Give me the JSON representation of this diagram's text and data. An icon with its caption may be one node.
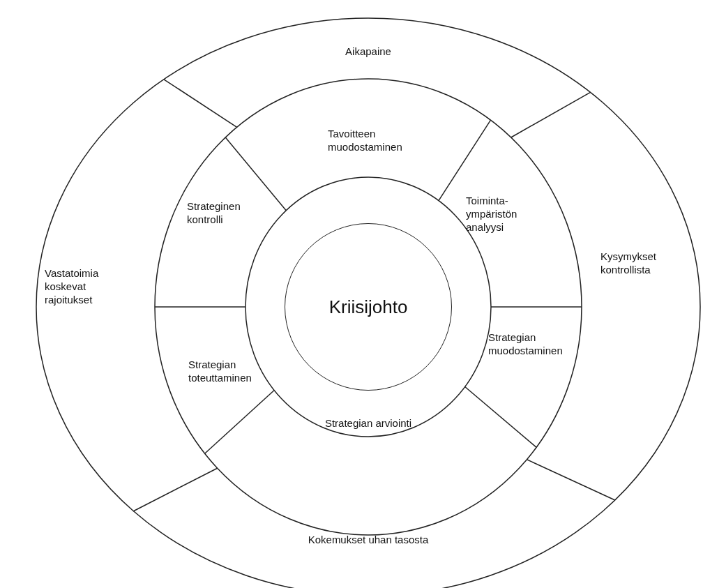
{
  "diagram": {
    "nodes": [
      {
        "text": [
          "Aikapaine"
        ]
      },
      {
        "text": [
          "Tavoitteen muodostaminen"
        ]
      },
      {
        "text": [
          "Strateginen kontrolli"
        ]
      },
      {
        "text": [
          "Toiminta-ympäristön analyysi"
        ]
      },
      {
        "text": [
          "Vastatoimia koskevat rajoitukset"
        ]
      },
      {
        "text": [
          "Kysymykset kontrollista"
        ]
      },
      {
        "text": [
          "Kriisijohto"
        ]
      },
      {
        "text": [
          "Strategian muodostaminen"
        ]
      },
      {
        "text": [
          "Strategian toteuttaminen"
        ]
      },
      {
        "text": [
          "Strategian arviointi"
        ]
      },
      {
        "text": [
          "Kokemukset uhan tasosta"
        ]
      }
    ]
  }
}
